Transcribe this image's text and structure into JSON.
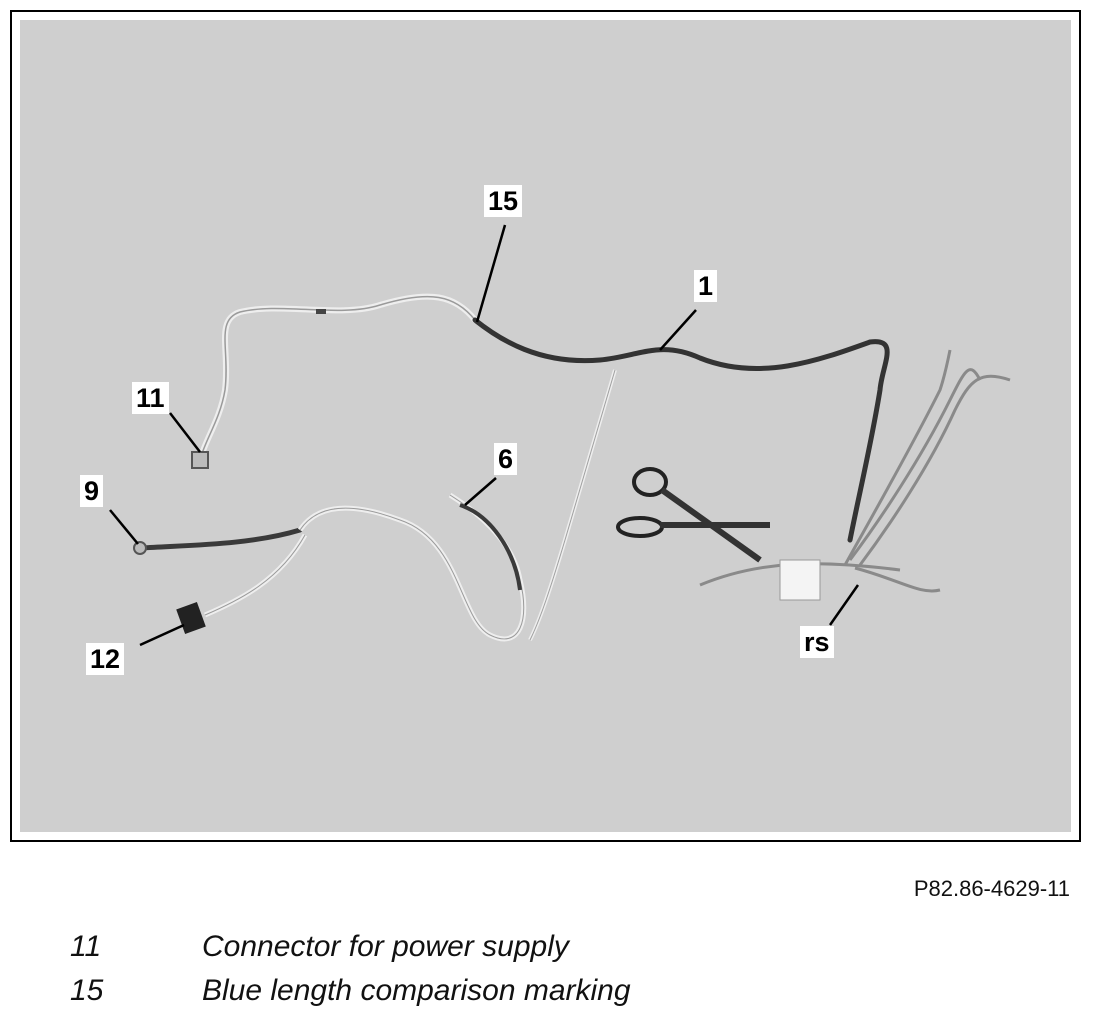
{
  "figure": {
    "id": "P82.86-4629-11",
    "callouts": {
      "c15": "15",
      "c1": "1",
      "c11": "11",
      "c9": "9",
      "c6": "6",
      "c12": "12",
      "crs": "rs"
    }
  },
  "legend": [
    {
      "num": "11",
      "text": "Connector for power supply"
    },
    {
      "num": "15",
      "text": "Blue length comparison marking"
    }
  ],
  "colors": {
    "background": "#cfcfcf",
    "dark_wire": "#333333",
    "light_wire": "#eeeeee"
  }
}
